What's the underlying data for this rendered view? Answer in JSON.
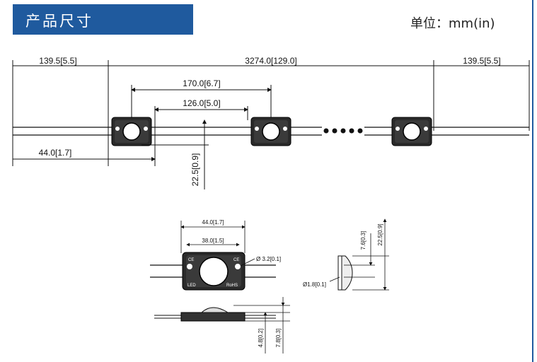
{
  "header": {
    "title": "产品尺寸",
    "unit": "单位：mm(in)"
  },
  "dimensions": {
    "lead_left": "139.5[5.5]",
    "total_length": "3274.0[129.0]",
    "lead_right": "139.5[5.5]",
    "pitch": "170.0[6.7]",
    "spacing": "126.0[5.0]",
    "module_width": "44.0[1.7]",
    "module_height": "22.5[0.9]"
  },
  "detail": {
    "width": "44.0[1.7]",
    "hole_pitch": "38.0[1.5]",
    "hole_dia": "Ø 3.2[0.1]",
    "side_upper": "7.6[0.3]",
    "side_total": "22.5[0.9]",
    "wire_dia": "Ø1.8[0.1]",
    "thickness_a": "4.8[0.2]",
    "thickness_b": "7.8[0.3]"
  },
  "module_labels": {
    "ce": "CE",
    "rohs": "RoHS",
    "brand": "LED"
  },
  "colors": {
    "header_bg": "#1f5a9e",
    "line": "#111111"
  }
}
